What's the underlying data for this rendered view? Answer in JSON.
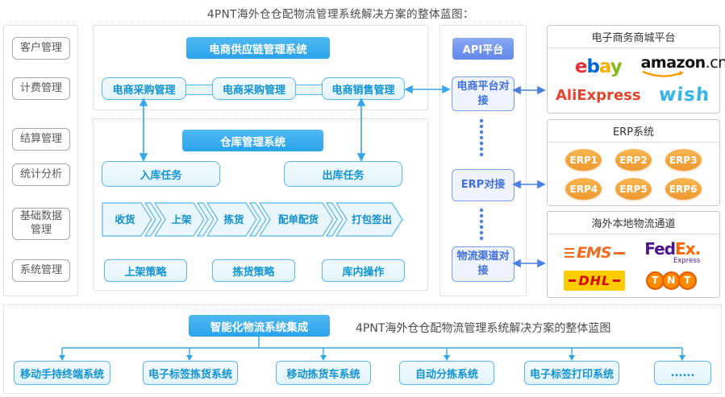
{
  "title": "4PNT海外仓仓配物流管理系统解决方案的整体蓝图：",
  "sidebar": {
    "items": [
      "客户管理",
      "计费管理",
      "结算管理",
      "统计分析",
      "基础数据管理",
      "系统管理"
    ]
  },
  "scm": {
    "header": "电商供应链管理系统",
    "modules": [
      "电商采购管理",
      "电商采购管理",
      "电商销售管理"
    ]
  },
  "wms": {
    "header": "仓库管理系统",
    "inbound_task": "入库任务",
    "outbound_task": "出库任务",
    "flow_steps": [
      "收货",
      "上架",
      "拣货",
      "配单配货",
      "打包签出"
    ],
    "strategies": [
      "上架策略",
      "拣货策略",
      "库内操作"
    ]
  },
  "api": {
    "header": "API平台",
    "nodes": [
      "电商平台对接",
      "ERP对接",
      "物流渠道对接"
    ]
  },
  "panels": {
    "ecommerce": {
      "title": "电子商务商城平台",
      "ebay": {
        "l0": "e",
        "l1": "b",
        "l2": "a",
        "l3": "y"
      },
      "amazon": {
        "name": "amazon",
        "tld": ".cn"
      },
      "aliexpress": "AliExpress",
      "wish": "wish"
    },
    "erp": {
      "title": "ERP系统",
      "items": [
        "ERP1",
        "ERP2",
        "ERP3",
        "ERP4",
        "ERP5",
        "ERP6"
      ]
    },
    "logistics": {
      "title": "海外本地物流通道",
      "ems": "EMS",
      "fedex": {
        "fed": "Fed",
        "ex": "Ex.",
        "sub": "Express"
      },
      "dhl": "DHL",
      "tnt": {
        "t1": "T",
        "t2": "N",
        "t3": "T"
      }
    }
  },
  "bottom": {
    "header": "智能化物流系统集成",
    "caption": "4PNT海外仓仓配物流管理系统解决方案的整体蓝图",
    "systems": [
      "移动手持终端系统",
      "电子标签拣货系统",
      "移动拣货车系统",
      "自动分拣系统",
      "电子标签打印系统",
      "......"
    ]
  },
  "colors": {
    "sky_blue": "#35a7e9",
    "api_blue": "#6d93ee",
    "royal_blue": "#4a80e4",
    "erp_orange": "#f2a23c"
  }
}
